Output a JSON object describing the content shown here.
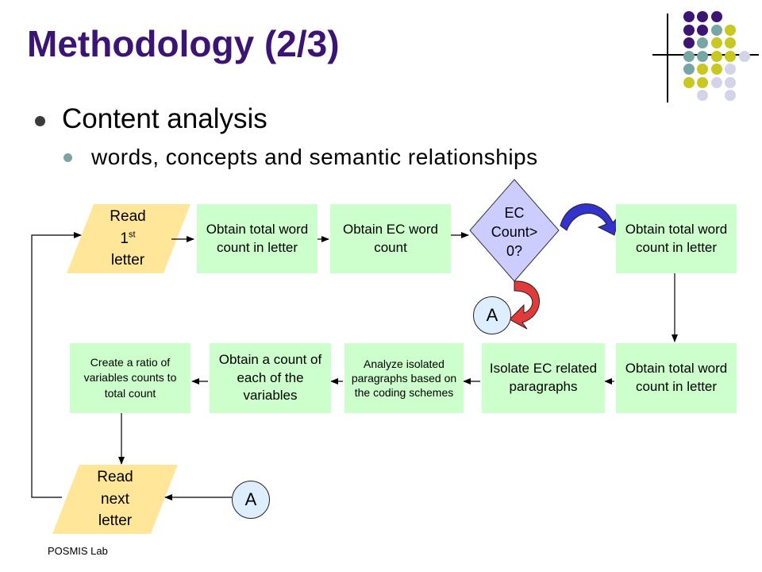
{
  "slide": {
    "title": "Methodology (2/3)",
    "bullet_1": "Content analysis",
    "bullet_2": "words, concepts and semantic relationships",
    "footer": "POSMIS Lab"
  },
  "flowchart": {
    "read_first": {
      "word": "Read",
      "ordinal_base": "1",
      "ordinal_sup": "st",
      "tail": "letter"
    },
    "box_total_1": "Obtain total word count in letter",
    "box_ec_count": "Obtain EC word count",
    "decision": {
      "line1": "EC",
      "line2": "Count>",
      "line3": "0?"
    },
    "box_total_2": "Obtain total word count in letter",
    "box_total_3": "Obtain total word count in letter",
    "box_isolate": "Isolate EC related paragraphs",
    "box_analyze": "Analyze isolated paragraphs based on the coding schemes",
    "box_count_vars": "Obtain a count of each of the variables",
    "box_ratio": "Create a ratio of variables counts to total count",
    "read_next": {
      "line1": "Read",
      "line2": "next",
      "line3": "letter"
    },
    "connector_upper": "A",
    "connector_lower": "A"
  },
  "colors": {
    "title": "#3b1474",
    "process_fill": "#ccffcc",
    "io_fill": "#ffe699",
    "decision_fill": "#ccccff",
    "connector_fill": "#ddeeff",
    "curved_arrow_blue": "#3333cc",
    "curved_arrow_red": "#e23a3a",
    "dots": [
      "#3b1474",
      "#78a6a6",
      "#c8c820",
      "#d4d4e8"
    ]
  }
}
